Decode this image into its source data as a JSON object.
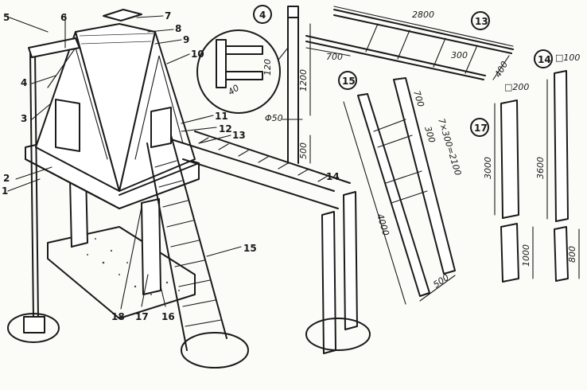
{
  "callouts": {
    "n1": "1",
    "n2": "2",
    "n3": "3",
    "n4": "4",
    "n5": "5",
    "n6": "6",
    "n7": "7",
    "n8": "8",
    "n9": "9",
    "n10": "10",
    "n11": "11",
    "n12": "12",
    "n13": "13",
    "n14": "14",
    "n15": "15",
    "n16": "16",
    "n17": "17",
    "n18": "18"
  },
  "detail_labels": {
    "d4": "4",
    "d13": "13",
    "d14": "14",
    "d15": "15",
    "d17": "17"
  },
  "dimensions": {
    "ladder13_length": "2800",
    "ladder13_step": "700",
    "ladder13_gap": "300",
    "ladder13_width": "400",
    "pole4_h": "1200",
    "pole4_d": "Φ50",
    "pole4_bottom": "500",
    "bracket_120": "120",
    "bracket_40": "40",
    "stair15_top": "700",
    "stair15_step": "300",
    "stair15_formula": "7×300=2100",
    "stair15_length": "4000",
    "stair15_width": "500",
    "post17_sec": "□200",
    "post17_h": "3000",
    "post17_ground": "1000",
    "post14_sec": "□100",
    "post14_h": "3600",
    "post14_ground": "800"
  }
}
